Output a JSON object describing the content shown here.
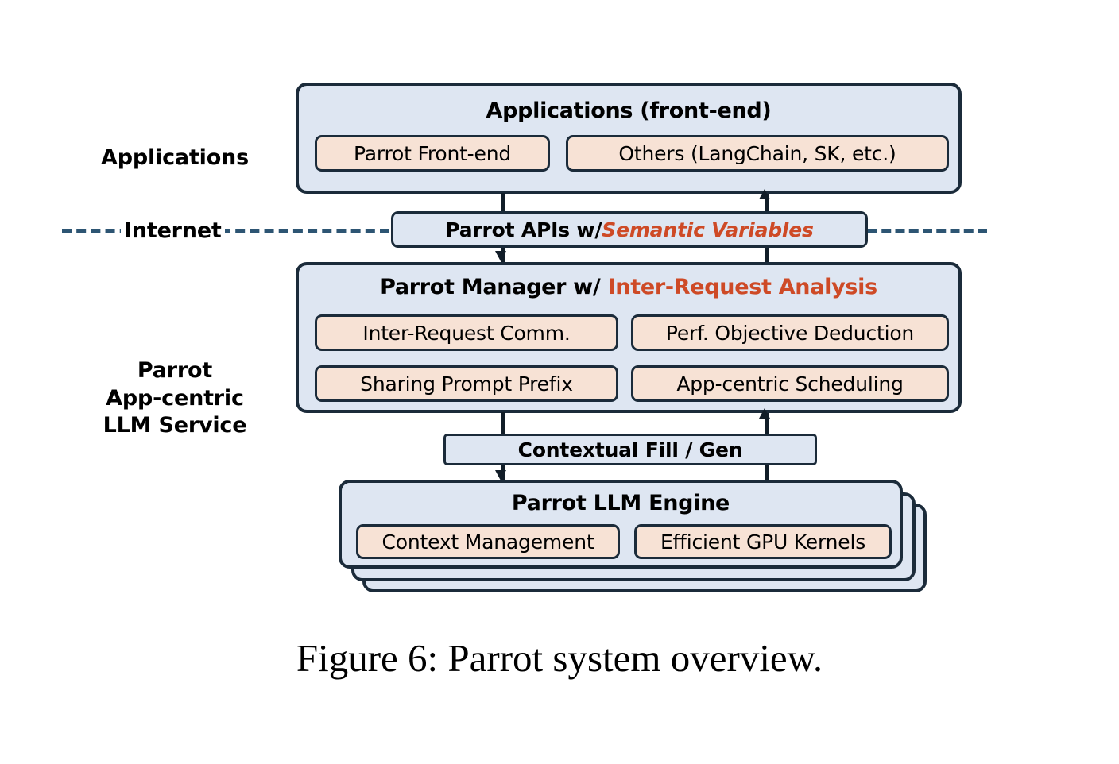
{
  "figure": {
    "caption": "Figure 6: Parrot system overview."
  },
  "colors": {
    "box_fill": "#dee6f2",
    "sub_box_fill": "#f7e2d5",
    "border": "#1b2b3a",
    "accent": "#ce4a26",
    "divider": "#2d5573",
    "text": "#000000"
  },
  "side_labels": {
    "applications": "Applications",
    "parrot_service": "Parrot\nApp-centric\nLLM Service"
  },
  "divider": {
    "label": "Internet"
  },
  "layers": {
    "applications": {
      "title": "Applications (front-end)",
      "items": [
        {
          "label": "Parrot Front-end"
        },
        {
          "label": "Others (LangChain, SK, etc.)"
        }
      ]
    },
    "api_bar": {
      "prefix": "Parrot APIs w/ ",
      "accent": "Semantic Variables"
    },
    "manager": {
      "title_prefix": "Parrot Manager w/ ",
      "title_accent": "Inter-Request Analysis",
      "items": [
        {
          "label": "Inter-Request Comm."
        },
        {
          "label": "Perf. Objective Deduction"
        },
        {
          "label": "Sharing Prompt Prefix"
        },
        {
          "label": "App-centric Scheduling"
        }
      ]
    },
    "contextual_bar": {
      "label": "Contextual Fill / Gen"
    },
    "engine": {
      "title": "Parrot LLM Engine",
      "items": [
        {
          "label": "Context Management"
        },
        {
          "label": "Efficient GPU Kernels"
        }
      ],
      "stack_count": 3
    }
  }
}
